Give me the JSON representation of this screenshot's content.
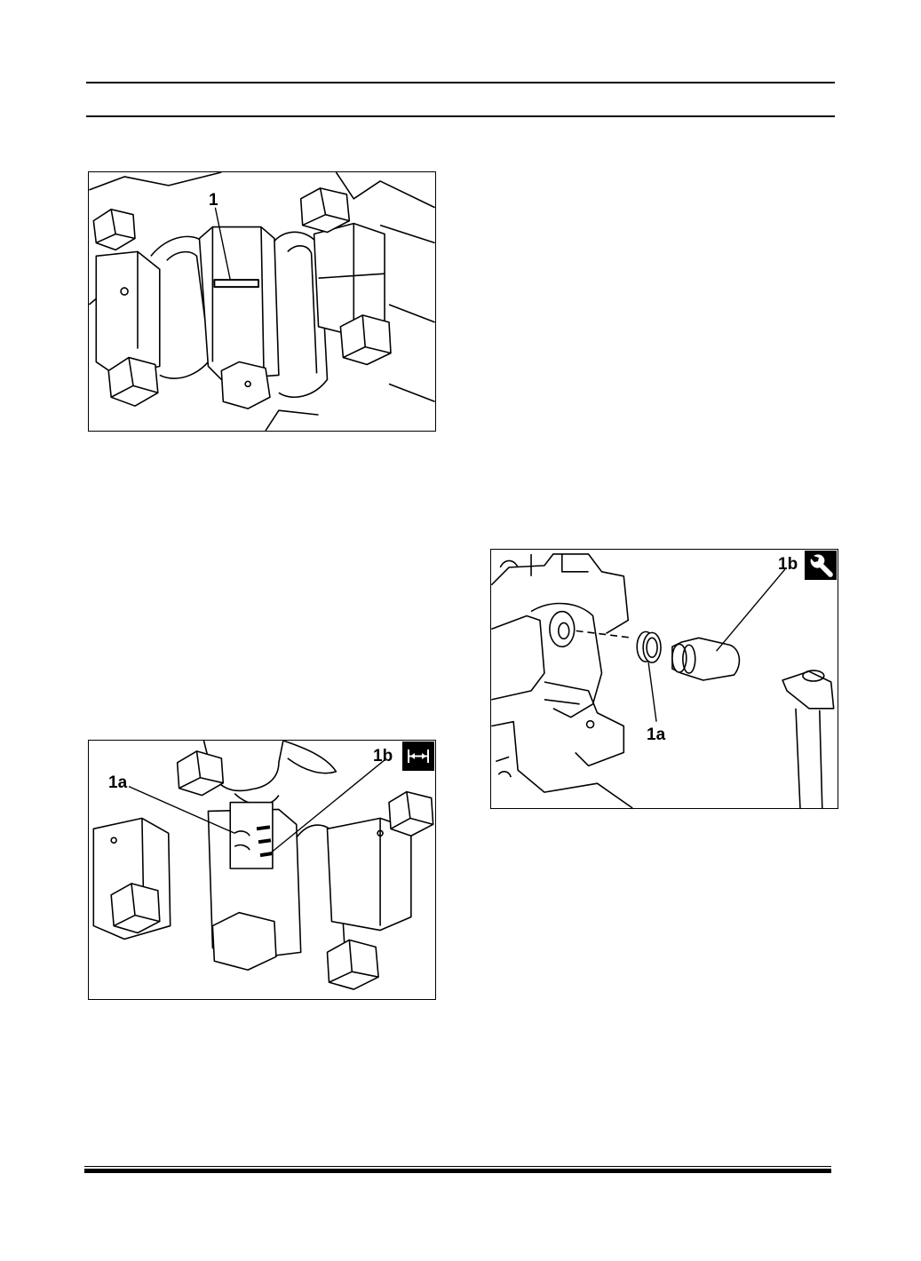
{
  "page": {
    "top_rules": 2,
    "footer_rule": true
  },
  "figures": [
    {
      "id": "main-bearing-cap-marking",
      "callouts": [
        "1"
      ],
      "badge_icon": null
    },
    {
      "id": "bearing-clearance-gauge",
      "callouts": [
        "1a",
        "1b"
      ],
      "badge_icon": "measure-width-icon"
    },
    {
      "id": "crankshaft-seal-install",
      "callouts": [
        "1b",
        "1a"
      ],
      "badge_icon": "wrench-icon"
    }
  ]
}
